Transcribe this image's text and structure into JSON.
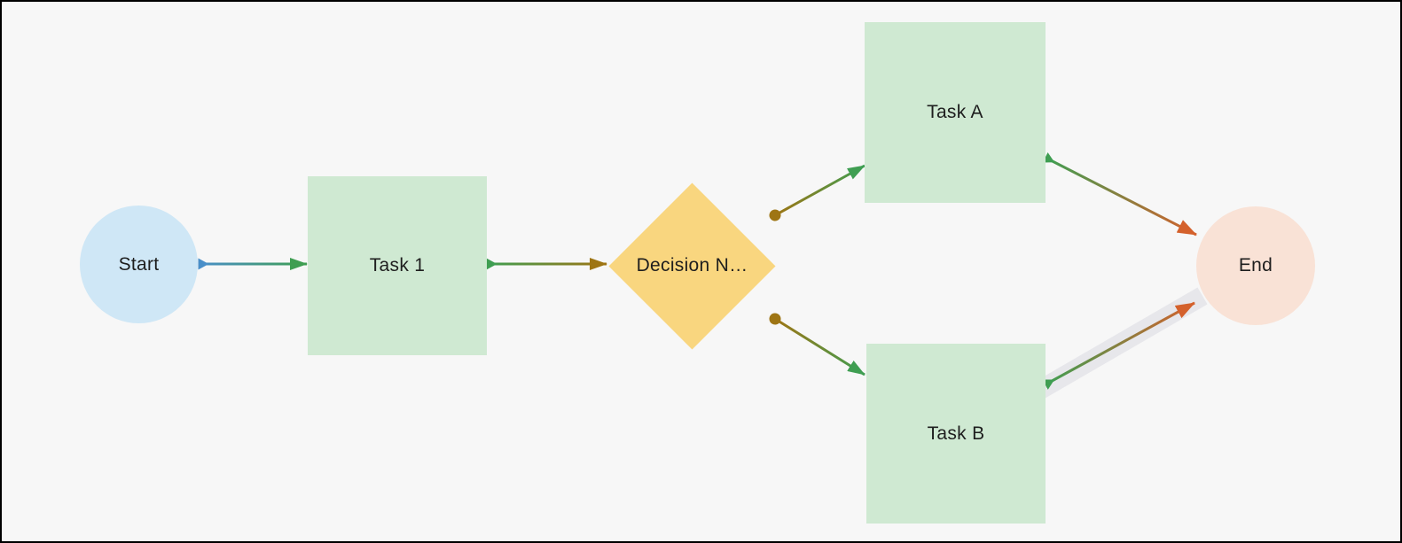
{
  "diagram": {
    "background_color": "#f7f7f7",
    "border_color": "#000000",
    "text_color": "#1e1e1e",
    "nodes": [
      {
        "id": "start",
        "shape": "circle",
        "label": "Start",
        "fill": "#cfe7f6"
      },
      {
        "id": "task-1",
        "shape": "rectangle",
        "label": "Task 1",
        "fill": "#cfe9d2"
      },
      {
        "id": "decision",
        "shape": "diamond",
        "label": "Decision N…",
        "fill": "#f9d67f"
      },
      {
        "id": "task-a",
        "shape": "rectangle",
        "label": "Task A",
        "fill": "#cfe9d2"
      },
      {
        "id": "task-b",
        "shape": "rectangle",
        "label": "Task B",
        "fill": "#cfe9d2"
      },
      {
        "id": "end",
        "shape": "circle",
        "label": "End",
        "fill": "#f9e2d6"
      }
    ],
    "edges": [
      {
        "from": "start",
        "to": "task-1",
        "start_marker": "arrow-stub-blue",
        "end_marker": "arrowhead-green",
        "gradient": [
          "#4a8fc9",
          "#3f9e52"
        ],
        "selected": false
      },
      {
        "from": "task-1",
        "to": "decision",
        "start_marker": "arrow-stub-green",
        "end_marker": "arrowhead-gold",
        "gradient": [
          "#3f9e52",
          "#9e7514"
        ],
        "selected": false
      },
      {
        "from": "decision",
        "to": "task-a",
        "start_marker": "dot-gold",
        "end_marker": "arrowhead-green",
        "gradient": [
          "#9e7514",
          "#3f9e52"
        ],
        "selected": false
      },
      {
        "from": "decision",
        "to": "task-b",
        "start_marker": "dot-gold",
        "end_marker": "arrowhead-green",
        "gradient": [
          "#9e7514",
          "#3f9e52"
        ],
        "selected": false
      },
      {
        "from": "task-a",
        "to": "end",
        "start_marker": "arrow-stub-green",
        "end_marker": "arrowhead-orange",
        "gradient": [
          "#3f9e52",
          "#d4612c"
        ],
        "selected": false
      },
      {
        "from": "task-b",
        "to": "end",
        "start_marker": "arrow-stub-green",
        "end_marker": "arrowhead-orange",
        "gradient": [
          "#3f9e52",
          "#d4612c"
        ],
        "selected": true,
        "highlight_color": "#e7e7eb"
      }
    ],
    "edge_colors": {
      "blue": "#4a8fc9",
      "green": "#3f9e52",
      "gold": "#9e7514",
      "orange": "#d4612c",
      "selection_highlight": "#e7e7eb"
    }
  }
}
